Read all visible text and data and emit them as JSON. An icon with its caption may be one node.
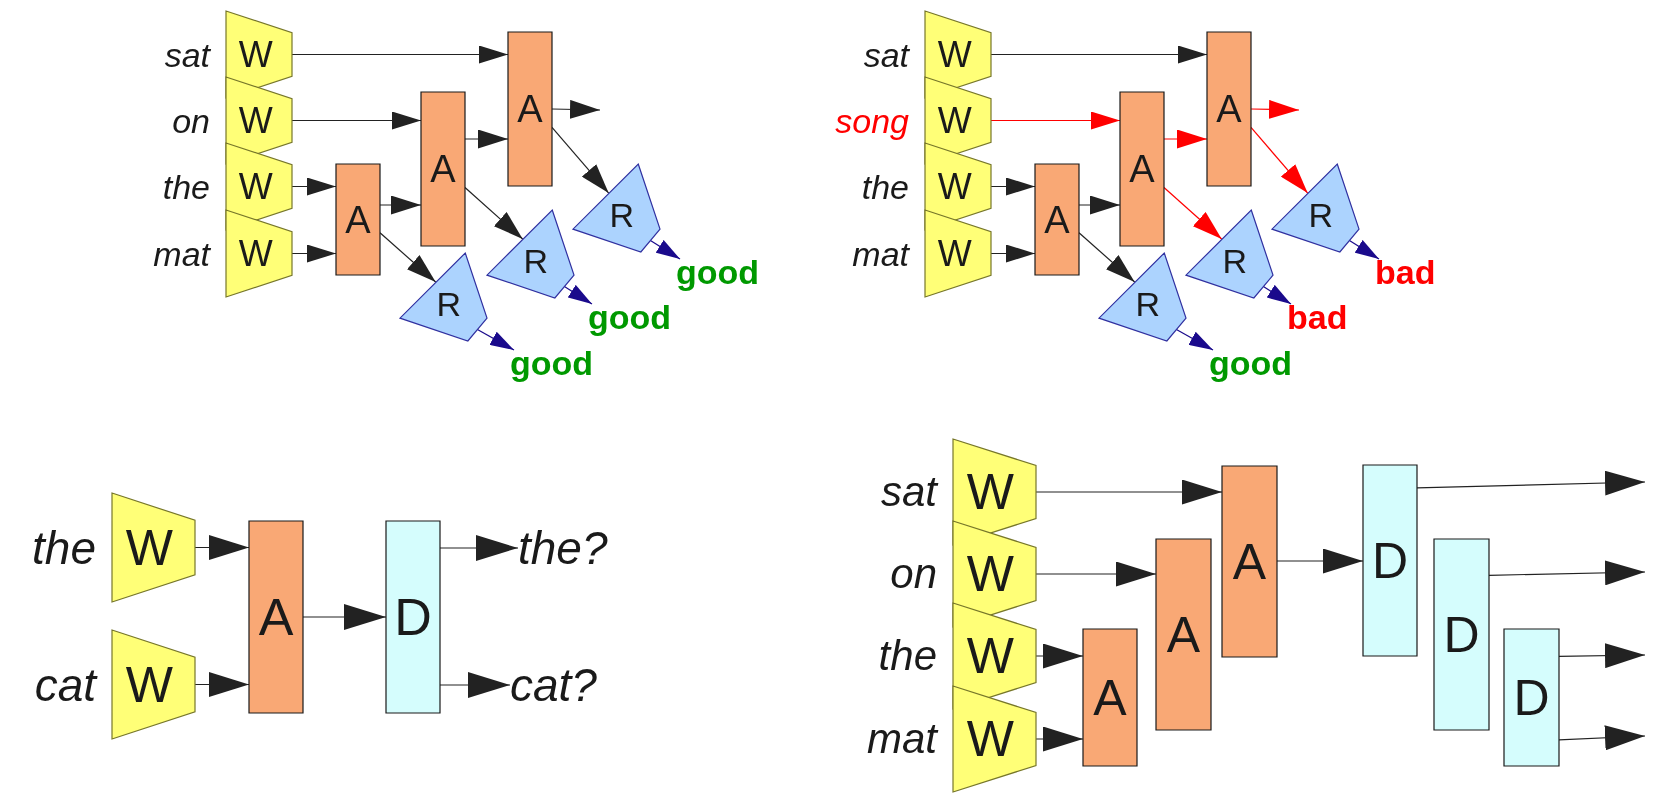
{
  "diagram": {
    "nodes": [
      {
        "text": [
          "W"
        ],
        "beside": [
          "sat"
        ]
      },
      {
        "text": [
          "W"
        ],
        "beside": [
          "on"
        ]
      },
      {
        "text": [
          "W"
        ],
        "beside": [
          "the"
        ]
      },
      {
        "text": [
          "W"
        ],
        "beside": [
          "mat"
        ]
      },
      {
        "text": [
          "A"
        ]
      },
      {
        "text": [
          "A"
        ]
      },
      {
        "text": [
          "A"
        ]
      },
      {
        "text": [
          "R"
        ]
      },
      {
        "text": [
          "R"
        ]
      },
      {
        "text": [
          "R"
        ]
      },
      {
        "text": [
          "good"
        ]
      },
      {
        "text": [
          "good"
        ]
      },
      {
        "text": [
          "good"
        ]
      },
      {
        "text": [
          "W"
        ],
        "beside": [
          "sat"
        ]
      },
      {
        "text": [
          "W"
        ],
        "beside": [
          "song"
        ]
      },
      {
        "text": [
          "W"
        ],
        "beside": [
          "the"
        ]
      },
      {
        "text": [
          "W"
        ],
        "beside": [
          "mat"
        ]
      },
      {
        "text": [
          "A"
        ]
      },
      {
        "text": [
          "A"
        ]
      },
      {
        "text": [
          "A"
        ]
      },
      {
        "text": [
          "R"
        ]
      },
      {
        "text": [
          "R"
        ]
      },
      {
        "text": [
          "R"
        ]
      },
      {
        "text": [
          "good"
        ]
      },
      {
        "text": [
          "bad"
        ]
      },
      {
        "text": [
          "bad"
        ]
      },
      {
        "text": [
          "W"
        ],
        "beside": [
          "the"
        ]
      },
      {
        "text": [
          "W"
        ],
        "beside": [
          "cat"
        ]
      },
      {
        "text": [
          "A"
        ]
      },
      {
        "text": [
          "D"
        ]
      },
      {
        "text": [
          "the?"
        ]
      },
      {
        "text": [
          "cat?"
        ]
      },
      {
        "text": [
          "W"
        ],
        "beside": [
          "sat"
        ]
      },
      {
        "text": [
          "W"
        ],
        "beside": [
          "on"
        ]
      },
      {
        "text": [
          "W"
        ],
        "beside": [
          "the"
        ]
      },
      {
        "text": [
          "W"
        ],
        "beside": [
          "mat"
        ]
      },
      {
        "text": [
          "A"
        ]
      },
      {
        "text": [
          "A"
        ]
      },
      {
        "text": [
          "A"
        ]
      },
      {
        "text": [
          "D"
        ]
      },
      {
        "text": [
          "D"
        ]
      },
      {
        "text": [
          "D"
        ]
      }
    ],
    "edges": [
      {
        "from": 0,
        "to": 6,
        "arrow": "to"
      },
      {
        "from": 1,
        "to": 5,
        "arrow": "to"
      },
      {
        "from": 2,
        "to": 4,
        "arrow": "to"
      },
      {
        "from": 3,
        "to": 4,
        "arrow": "to"
      },
      {
        "from": 4,
        "to": 5,
        "arrow": "to"
      },
      {
        "from": 5,
        "to": 6,
        "arrow": "to"
      },
      {
        "from": 6,
        "to": null,
        "arrow": "to"
      },
      {
        "from": 4,
        "to": 7,
        "arrow": "to"
      },
      {
        "from": 5,
        "to": 8,
        "arrow": "to"
      },
      {
        "from": 6,
        "to": 9,
        "arrow": "to"
      },
      {
        "from": 7,
        "to": 10,
        "arrow": "to",
        "color": "#1a0a8c"
      },
      {
        "from": 8,
        "to": 11,
        "arrow": "to",
        "color": "#1a0a8c"
      },
      {
        "from": 9,
        "to": 12,
        "arrow": "to",
        "color": "#1a0a8c"
      },
      {
        "from": 13,
        "to": 19,
        "arrow": "to"
      },
      {
        "from": 14,
        "to": 18,
        "arrow": "to",
        "color": "#ff0000"
      },
      {
        "from": 15,
        "to": 17,
        "arrow": "to"
      },
      {
        "from": 16,
        "to": 17,
        "arrow": "to"
      },
      {
        "from": 17,
        "to": 18,
        "arrow": "to"
      },
      {
        "from": 18,
        "to": 19,
        "arrow": "to",
        "color": "#ff0000"
      },
      {
        "from": 19,
        "to": null,
        "arrow": "to",
        "color": "#ff0000"
      },
      {
        "from": 17,
        "to": 20,
        "arrow": "to"
      },
      {
        "from": 18,
        "to": 21,
        "arrow": "to",
        "color": "#ff0000"
      },
      {
        "from": 19,
        "to": 22,
        "arrow": "to",
        "color": "#ff0000"
      },
      {
        "from": 20,
        "to": 23,
        "arrow": "to",
        "color": "#1a0a8c"
      },
      {
        "from": 21,
        "to": 24,
        "arrow": "to",
        "color": "#1a0a8c"
      },
      {
        "from": 22,
        "to": 25,
        "arrow": "to",
        "color": "#1a0a8c"
      },
      {
        "from": 26,
        "to": 28,
        "arrow": "to"
      },
      {
        "from": 27,
        "to": 28,
        "arrow": "to"
      },
      {
        "from": 28,
        "to": 29,
        "arrow": "to"
      },
      {
        "from": 29,
        "to": 30,
        "arrow": "to"
      },
      {
        "from": 29,
        "to": 31,
        "arrow": "to"
      },
      {
        "from": 32,
        "to": 38,
        "arrow": "to"
      },
      {
        "from": 33,
        "to": 37,
        "arrow": "to"
      },
      {
        "from": 34,
        "to": 36,
        "arrow": "to"
      },
      {
        "from": 35,
        "to": 36,
        "arrow": "to"
      },
      {
        "from": 38,
        "to": 39,
        "arrow": "to"
      },
      {
        "from": 39,
        "to": null,
        "arrow": "to"
      },
      {
        "from": 40,
        "to": null,
        "arrow": "to"
      },
      {
        "from": 41,
        "to": null,
        "arrow": "to"
      },
      {
        "from": 41,
        "to": null,
        "arrow": "to"
      }
    ]
  }
}
